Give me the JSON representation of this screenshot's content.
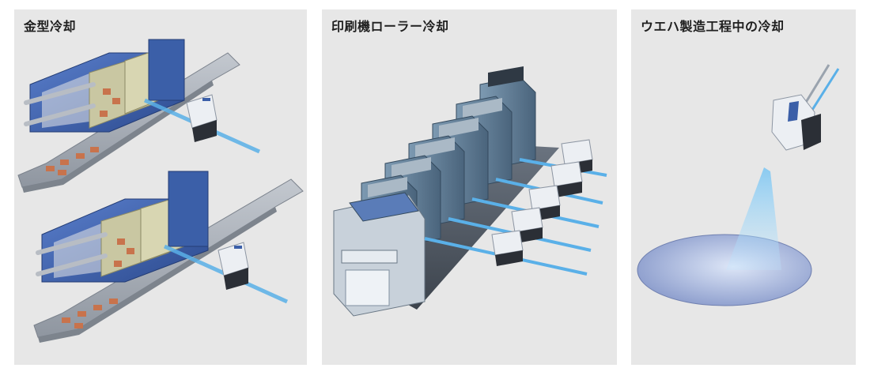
{
  "panels": [
    {
      "title": "金型冷却"
    },
    {
      "title": "印刷機ローラー冷却"
    },
    {
      "title": "ウエハ製造工程中の冷却"
    }
  ],
  "colors": {
    "panel_background": "#e7e7e7",
    "mold_blue": "#3b5fa8",
    "mold_frame": "#c9c7a2",
    "conveyor": "#aeb4bd",
    "part_copper": "#c8734c",
    "air_beam": "#5ab0e8",
    "sensor_body": "#eceff3",
    "press_steel": "#5f7d96",
    "wafer": "#a3b4dc",
    "spray": "#7fc7f2"
  },
  "icons": {
    "mold": "injection-mold-icon",
    "printing_press": "printing-press-icon",
    "wafer": "wafer-icon",
    "air_nozzle": "air-nozzle-icon"
  }
}
